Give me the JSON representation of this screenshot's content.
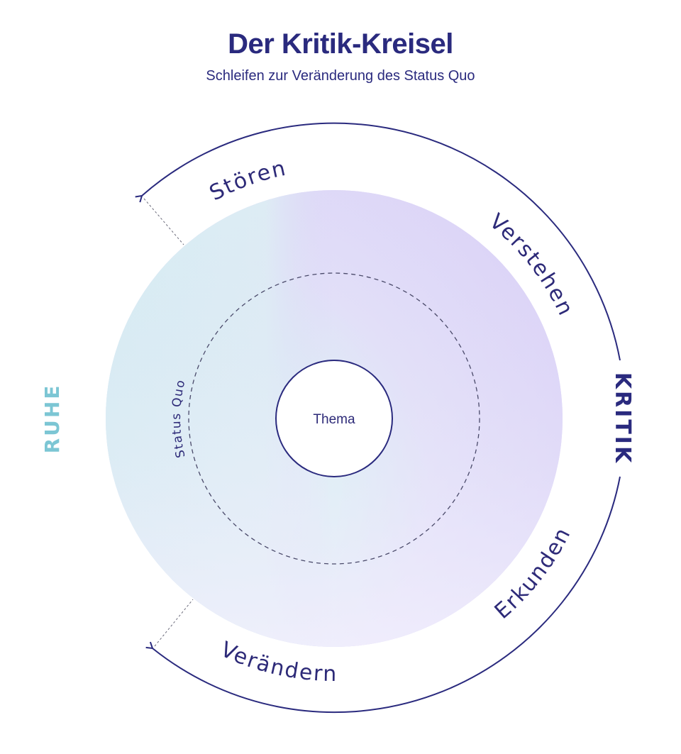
{
  "header": {
    "title": "Der Kritik-Kreisel",
    "subtitle": "Schleifen zur Veränderung des Status Quo"
  },
  "diagram": {
    "center_label": "Thema",
    "inner_ring_label": "Status Quo",
    "loop_labels": {
      "top": "Stören",
      "upper_right": "Verstehen",
      "lower_right": "Erkunden",
      "bottom": "Verändern"
    },
    "side_labels": {
      "right": "KRITIK",
      "left": "RUHE"
    }
  },
  "colors": {
    "ink": "#2a2a7e",
    "ruhe": "#7cc6d4",
    "disc_purple": "#d9d1f6",
    "disc_teal": "#d6eef2",
    "disc_light": "#eefafc",
    "background": "#ffffff"
  }
}
